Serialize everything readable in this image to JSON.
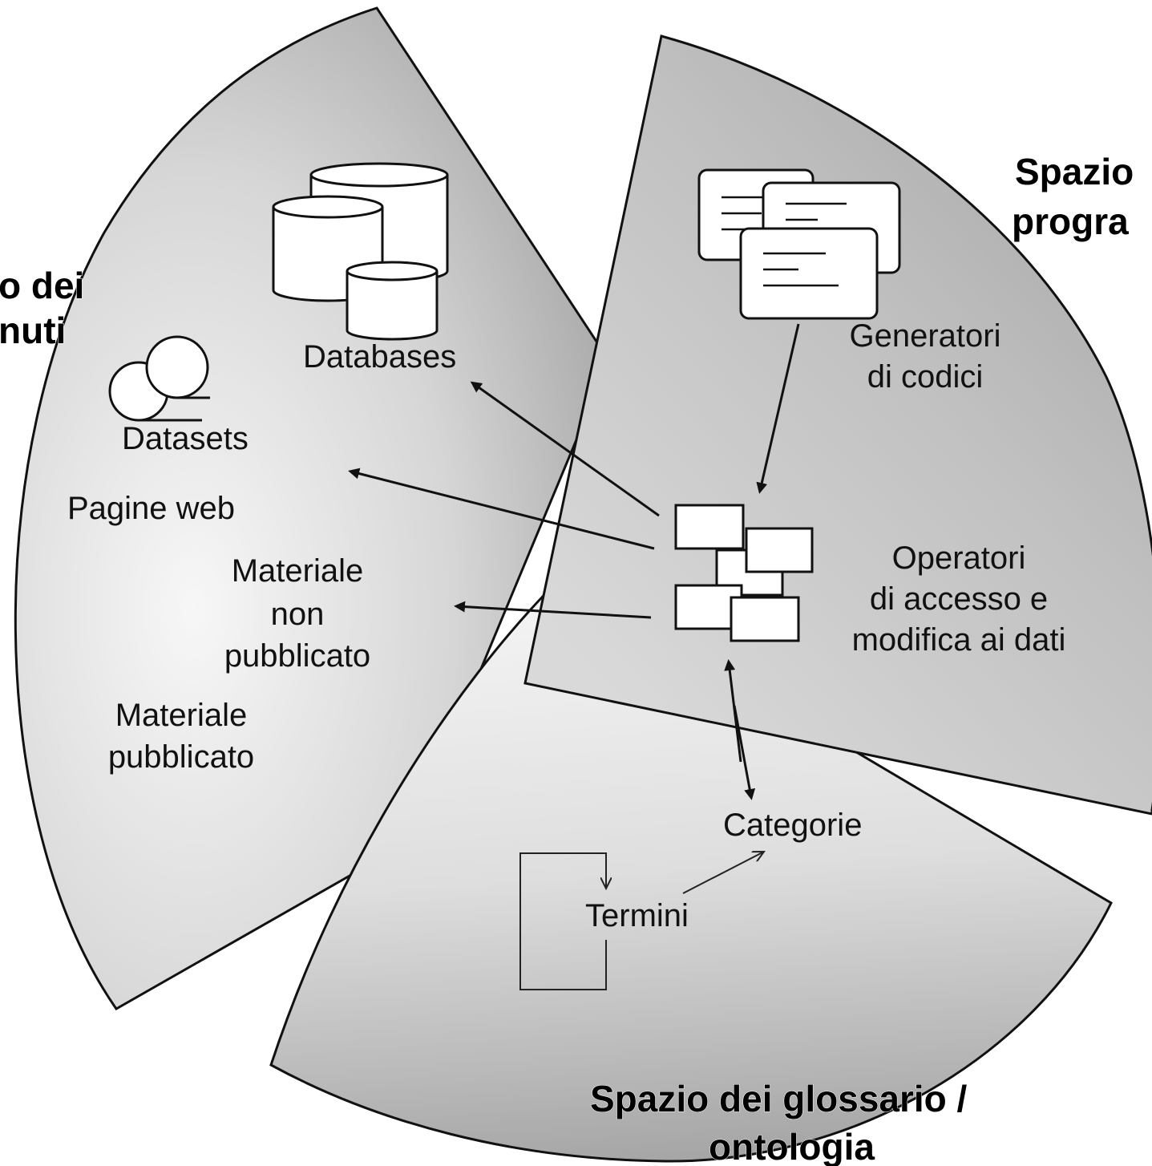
{
  "sectors": {
    "contents": {
      "title_line1": "o dei",
      "title_line2": "nuti"
    },
    "programs": {
      "title_line1": "Spazio",
      "title_line2": "progra"
    },
    "glossary": {
      "title_line1": "Spazio dei glossario /",
      "title_line2": "ontologia"
    }
  },
  "nodes": {
    "databases": "Databases",
    "datasets": "Datasets",
    "pagine_web": "Pagine web",
    "materiale_non_pubblicato": [
      "Materiale",
      "non",
      "pubblicato"
    ],
    "materiale_pubblicato": [
      "Materiale",
      "pubblicato"
    ],
    "generatori": [
      "Generatori",
      "di codici"
    ],
    "operatori": [
      "Operatori",
      "di accesso e",
      "modifica ai dati"
    ],
    "categorie": "Categorie",
    "termini": "Termini"
  },
  "colors": {
    "sector_light": "#f2f2f2",
    "sector_dark": "#a6a6a6",
    "stroke": "#111111"
  }
}
